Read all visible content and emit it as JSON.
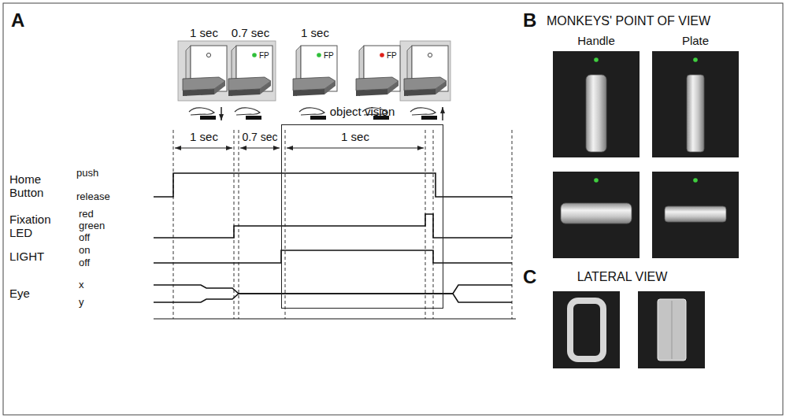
{
  "diagram": {
    "nodes": [
      {
        "text": [
          "object vision"
        ]
      }
    ],
    "labels": [
      "A",
      "1 sec",
      "0.7 sec",
      "1 sec",
      "FP",
      "FP",
      "FP",
      "1 sec",
      "0.7 sec",
      "1 sec",
      "Home Button",
      "push",
      "release",
      "Fixation LED",
      "red",
      "green",
      "off",
      "LIGHT",
      "on",
      "off",
      "Eye",
      "x",
      "y",
      "B",
      "MONKEYS' POINT OF VIEW",
      "Handle",
      "Plate",
      "C",
      "LATERAL VIEW"
    ]
  }
}
